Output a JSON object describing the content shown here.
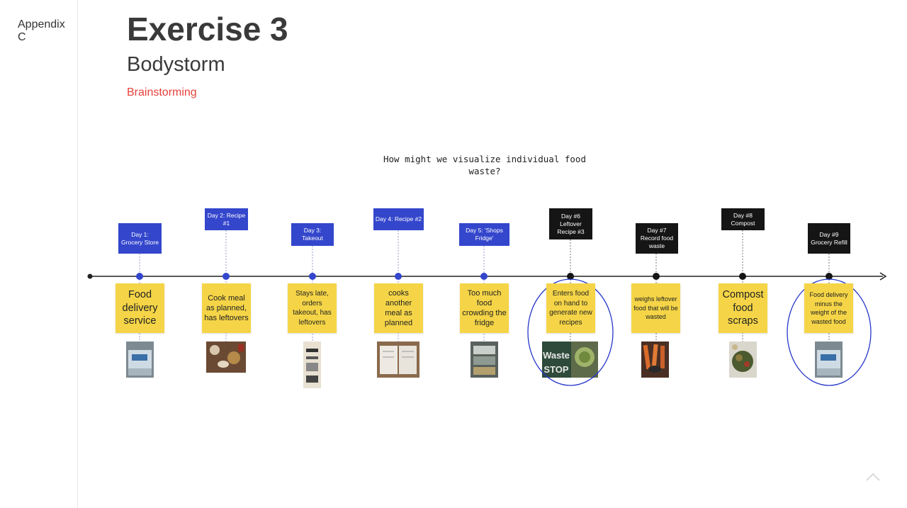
{
  "sidebar": {
    "appendix": "Appendix C"
  },
  "header": {
    "title": "Exercise 3",
    "subtitle": "Bodystorm",
    "section": "Brainstorming"
  },
  "board": {
    "question": "How might we visualize individual food waste?",
    "days": [
      {
        "label": "Day 1: Grocery Store",
        "sticky": "Food delivery service"
      },
      {
        "label": "Day 2: Recipe #1",
        "sticky": "Cook meal as planned, has leftovers"
      },
      {
        "label": "Day 3: Takeout",
        "sticky": "Stays late, orders takeout, has leftovers"
      },
      {
        "label": "Day 4: Recipe #2",
        "sticky": "cooks another meal as planned"
      },
      {
        "label": "Day 5: 'Shops Fridge'",
        "sticky": "Too much food crowding the fridge"
      },
      {
        "label": "Day #6 Leftover Recipe #3",
        "sticky": "Enters food on hand to generate new recipes"
      },
      {
        "label": "Day #7 Record food waste",
        "sticky": "weighs leftover food that will be wasted"
      },
      {
        "label": "Day #8 Compost",
        "sticky": "Compost food scraps"
      },
      {
        "label": "Day #9 Grocery Refill",
        "sticky": "Food delivery minus the weight of the wasted food"
      }
    ],
    "photo_text": {
      "waste_sign": "Waste",
      "stop_sign": "STOP"
    },
    "colors": {
      "blue_label": "#3346cc",
      "black_label": "#151515",
      "sticky": "#f5d547",
      "circle": "#2536c9"
    }
  }
}
